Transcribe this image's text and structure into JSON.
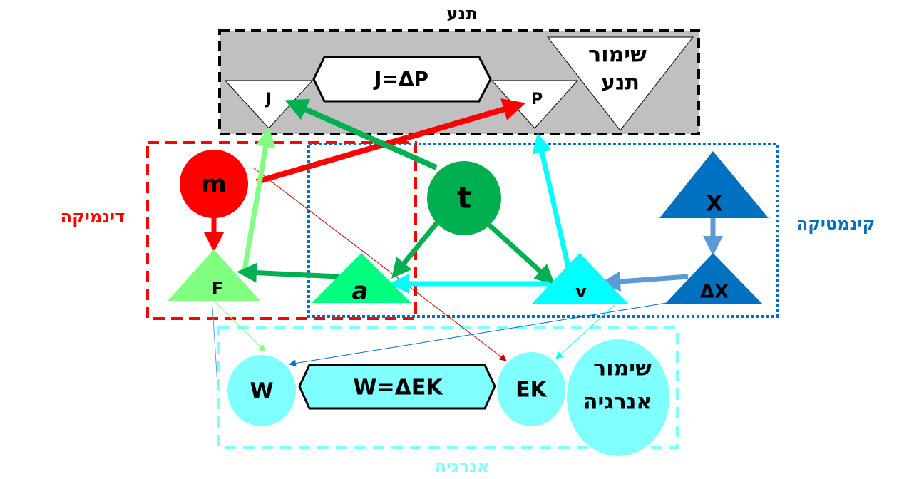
{
  "groups": {
    "momentum": {
      "title": "תנע",
      "color": "#000000",
      "fill": "#c0c0c0"
    },
    "dynamics": {
      "title": "דינמיקה",
      "color": "#ff0000"
    },
    "kinematics": {
      "title": "קינמטיקה",
      "color": "#0070c0"
    },
    "energy": {
      "title": "אנרגיה",
      "color": "#80ffff"
    }
  },
  "nodes": {
    "J": "J",
    "P": "P",
    "impulse_eq": "J=ΔP",
    "momentum_conservation": {
      "line1": "שימור",
      "line2": "תנע"
    },
    "m": "m",
    "t": "t",
    "F": "F",
    "a": "a",
    "v": "v",
    "X": "X",
    "dX": "ΔX",
    "W": "W",
    "work_eq": "W=ΔEK",
    "Ek": "EK",
    "energy_conservation": {
      "line1": "שימור",
      "line2": "אנרגיה"
    }
  },
  "colors": {
    "red": "#ff0000",
    "dark_green": "#00b050",
    "light_green": "#80ff80",
    "accel_green": "#00ff80",
    "cyan": "#00ffff",
    "blue": "#0070c0",
    "light_blue": "#5b9bd5",
    "energy": "#80ffff",
    "dark_red": "#c00000"
  }
}
